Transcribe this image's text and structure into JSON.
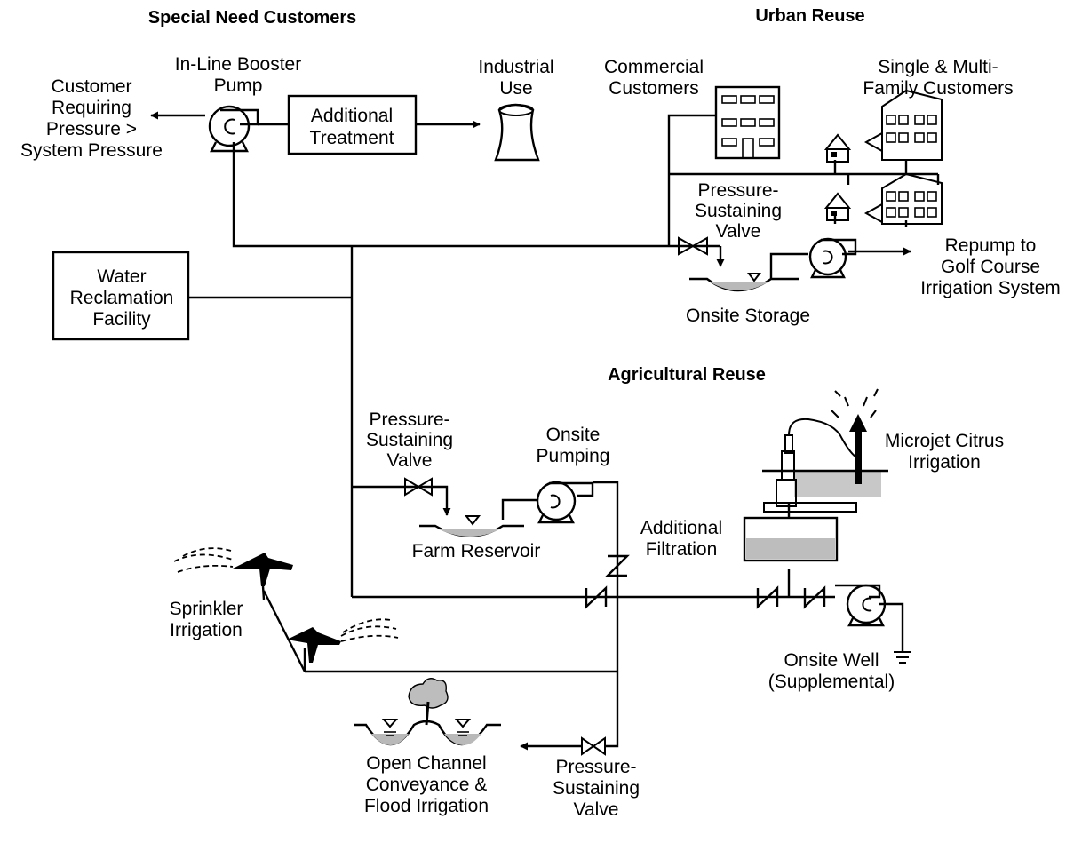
{
  "headings": {
    "special_need": "Special Need Customers",
    "urban_reuse": "Urban Reuse",
    "agricultural_reuse": "Agricultural Reuse"
  },
  "labels": {
    "customer_pressure": [
      "Customer",
      "Requiring",
      "Pressure >",
      "System Pressure"
    ],
    "booster_pump": [
      "In-Line Booster",
      "Pump"
    ],
    "additional_treatment": [
      "Additional",
      "Treatment"
    ],
    "industrial_use": [
      "Industrial",
      "Use"
    ],
    "commercial_customers": [
      "Commercial",
      "Customers"
    ],
    "family_customers": [
      "Single & Multi-",
      "Family Customers"
    ],
    "psv_urban": [
      "Pressure-",
      "Sustaining",
      "Valve"
    ],
    "repump_golf": [
      "Repump to",
      "Golf Course",
      "Irrigation System"
    ],
    "onsite_storage": [
      "Onsite Storage"
    ],
    "water_reclamation": [
      "Water",
      "Reclamation",
      "Facility"
    ],
    "psv_farm": [
      "Pressure-",
      "Sustaining",
      "Valve"
    ],
    "onsite_pumping": [
      "Onsite",
      "Pumping"
    ],
    "farm_reservoir": [
      "Farm Reservoir"
    ],
    "additional_filtration": [
      "Additional",
      "Filtration"
    ],
    "microjet": [
      "Microjet Citrus",
      "Irrigation"
    ],
    "sprinkler": [
      "Sprinkler",
      "Irrigation"
    ],
    "onsite_well": [
      "Onsite Well",
      "(Supplemental)"
    ],
    "open_channel": [
      "Open Channel",
      "Conveyance &",
      "Flood Irrigation"
    ],
    "psv_channel": [
      "Pressure-",
      "Sustaining",
      "Valve"
    ]
  }
}
